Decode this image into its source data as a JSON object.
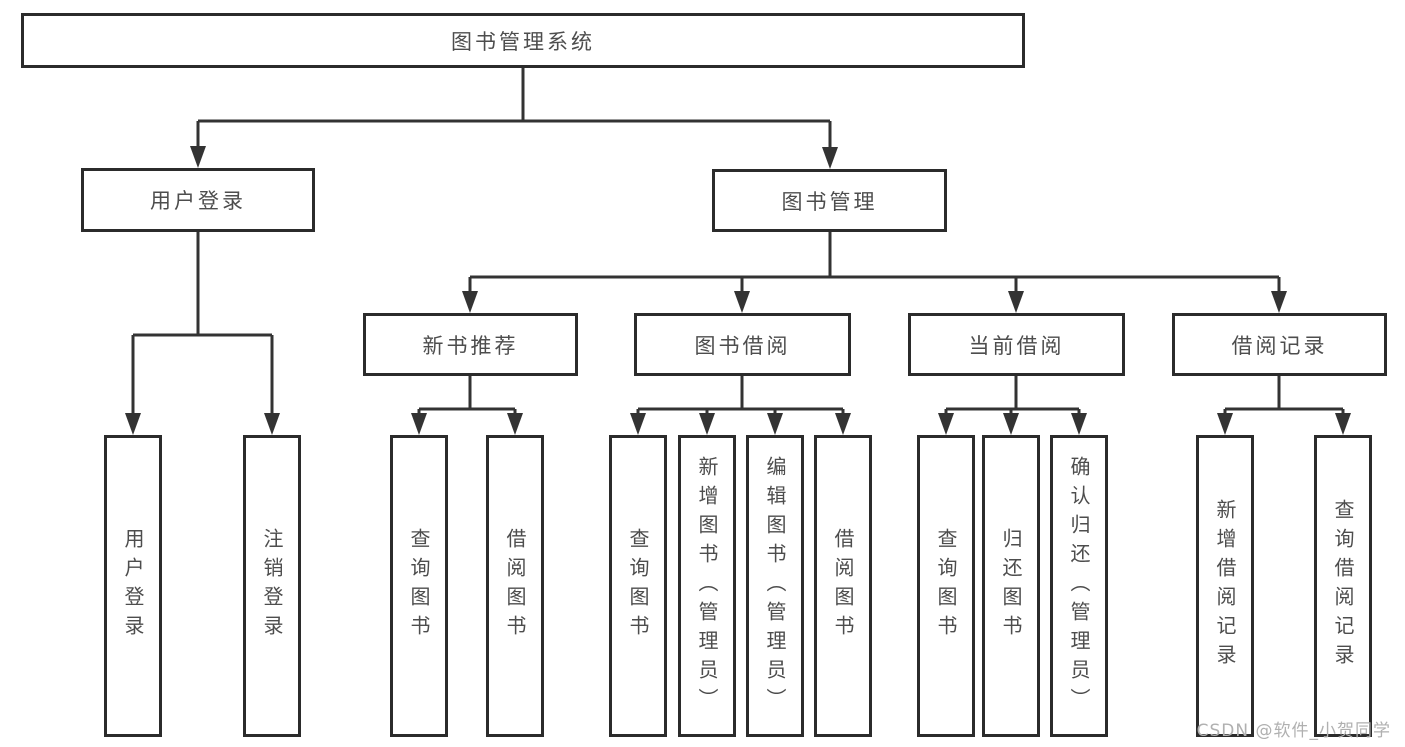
{
  "tree": {
    "label": "图书管理系统",
    "children": [
      {
        "label": "用户登录",
        "children": [
          {
            "label": "用户登录"
          },
          {
            "label": "注销登录"
          }
        ]
      },
      {
        "label": "图书管理",
        "children": [
          {
            "label": "新书推荐",
            "children": [
              {
                "label": "查询图书"
              },
              {
                "label": "借阅图书"
              }
            ]
          },
          {
            "label": "图书借阅",
            "children": [
              {
                "label": "查询图书"
              },
              {
                "label": "新增图书（管理员）"
              },
              {
                "label": "编辑图书（管理员）"
              },
              {
                "label": "借阅图书"
              }
            ]
          },
          {
            "label": "当前借阅",
            "children": [
              {
                "label": "查询图书"
              },
              {
                "label": "归还图书"
              },
              {
                "label": "确认归还（管理员）"
              }
            ]
          },
          {
            "label": "借阅记录",
            "children": [
              {
                "label": "新增借阅记录"
              },
              {
                "label": "查询借阅记录"
              }
            ]
          }
        ]
      }
    ]
  },
  "watermark": "CSDN @软件_小贺同学",
  "colors": {
    "line": "#333333",
    "box_border": "#2b2b2b",
    "box_fill": "#ffffff",
    "label_text": "#4d4d4d",
    "watermark_text": "#b0b0b0",
    "background": "#ffffff"
  }
}
